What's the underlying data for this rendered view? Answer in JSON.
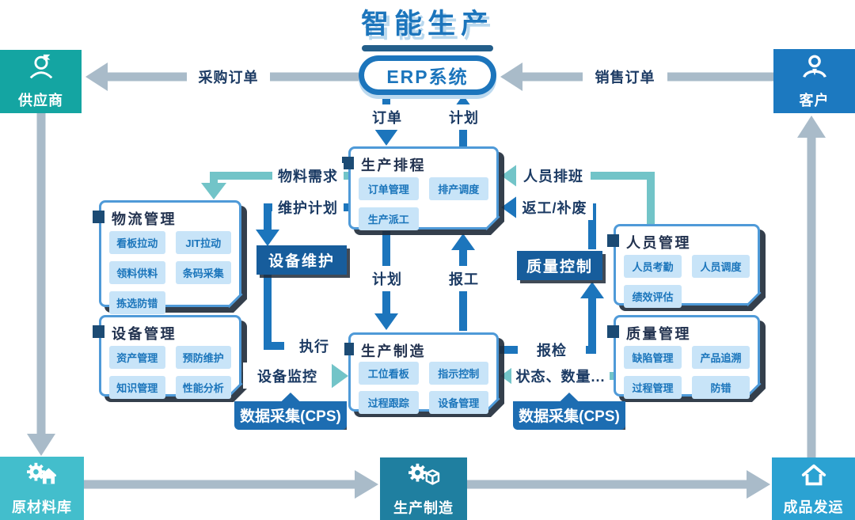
{
  "title": "智能生产",
  "erp_label": "ERP系统",
  "corner_nodes": {
    "supplier": {
      "label": "供应商"
    },
    "customer": {
      "label": "客户"
    },
    "raw_material_store": {
      "label": "原材料库"
    },
    "production_floor": {
      "label": "生产制造"
    },
    "finished_goods_shipping": {
      "label": "成品发运"
    }
  },
  "flow_labels": {
    "purchase_order": "采购订单",
    "sales_order": "销售订单",
    "order": "订单",
    "plan_to_erp": "计划",
    "material_requirement": "物料需求",
    "maintenance_plan": "维护计划",
    "staff_scheduling": "人员排班",
    "rework_scrap": "返工/补废",
    "plan_to_mfg": "计划",
    "work_report": "报工",
    "execute": "执行",
    "equipment_monitoring": "设备监控",
    "inspection_request": "报检",
    "status_quantity": "状态、数量...",
    "equipment_maintenance": "设备维护",
    "quality_control": "质量控制",
    "data_collection_left": "数据采集(CPS)",
    "data_collection_right": "数据采集(CPS)"
  },
  "modules": {
    "scheduling": {
      "title": "生产排程",
      "items": [
        "订单管理",
        "排产调度",
        "生产派工"
      ]
    },
    "logistics": {
      "title": "物流管理",
      "items": [
        "看板拉动",
        "JIT拉动",
        "领料供料",
        "条码采集",
        "拣选防错"
      ]
    },
    "equipment": {
      "title": "设备管理",
      "items": [
        "资产管理",
        "预防维护",
        "知识管理",
        "性能分析"
      ]
    },
    "manufacturing": {
      "title": "生产制造",
      "items": [
        "工位看板",
        "指示控制",
        "过程跟踪",
        "设备管理"
      ]
    },
    "personnel": {
      "title": "人员管理",
      "items": [
        "人员考勤",
        "人员调度",
        "绩效评估"
      ]
    },
    "quality": {
      "title": "质量管理",
      "items": [
        "缺陷管理",
        "产品追溯",
        "过程管理",
        "防错"
      ]
    }
  },
  "colors": {
    "primary_blue": "#1C75BC",
    "dark_action_blue": "#175D9C",
    "data_collection_blue": "#1D6DB2",
    "teal_arrow": "#72C4C8",
    "gray_arrow": "#A9BBC9",
    "supplier_teal": "#14A5A2",
    "customer_blue": "#1C79C0",
    "raw_material_teal": "#43BECC",
    "production_teal": "#1F7FA0",
    "shipping_blue": "#2BA2D2",
    "pill_bg": "#C8E4F8",
    "box_border": "#4F9AD8",
    "label_navy": "#1B3A63"
  }
}
